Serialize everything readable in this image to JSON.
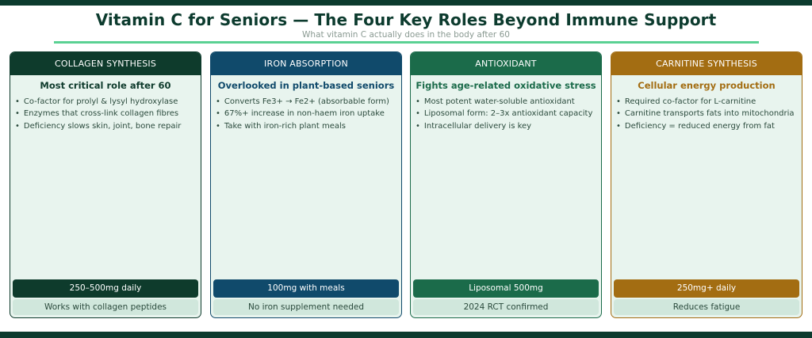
{
  "header": {
    "title": "Vitamin C for Seniors — The Four Key Roles Beyond Immune Support",
    "subtitle": "What vitamin C actually does in the body after 60"
  },
  "colors": {
    "dark_green": "#0c3b2e",
    "accent_rule": "#5ad193",
    "card_bg": "#e8f4ee",
    "note_bg": "#d0e7dc"
  },
  "cards": [
    {
      "title": "COLLAGEN SYNTHESIS",
      "subtitle": "Most critical role after 60",
      "color": "#0e3b2c",
      "subtitle_color": "#0e3b2c",
      "bullets": [
        "Co-factor for prolyl & lysyl hydroxylase",
        "Enzymes that cross-link collagen fibres",
        "Deficiency slows skin, joint, bone repair"
      ],
      "dose": "250–500mg daily",
      "note": "Works with collagen peptides"
    },
    {
      "title": "IRON ABSORPTION",
      "subtitle": "Overlooked in plant-based seniors",
      "color": "#104a6b",
      "subtitle_color": "#104a6b",
      "bullets": [
        "Converts Fe3+ → Fe2+ (absorbable form)",
        "67%+ increase in non-haem iron uptake",
        "Take with iron-rich plant meals"
      ],
      "dose": "100mg with meals",
      "note": "No iron supplement needed"
    },
    {
      "title": "ANTIOXIDANT",
      "subtitle": "Fights age-related oxidative stress",
      "color": "#1b6b4a",
      "subtitle_color": "#1b6b4a",
      "bullets": [
        "Most potent water-soluble antioxidant",
        "Liposomal form: 2–3x antioxidant capacity",
        "Intracellular delivery is key"
      ],
      "dose": "Liposomal 500mg",
      "note": "2024 RCT confirmed"
    },
    {
      "title": "CARNITINE SYNTHESIS",
      "subtitle": "Cellular energy production",
      "color": "#a36d12",
      "subtitle_color": "#a36d12",
      "bullets": [
        "Required co-factor for L-carnitine",
        "Carnitine transports fats into mitochondria",
        "Deficiency = reduced energy from fat"
      ],
      "dose": "250mg+ daily",
      "note": "Reduces fatigue"
    }
  ]
}
